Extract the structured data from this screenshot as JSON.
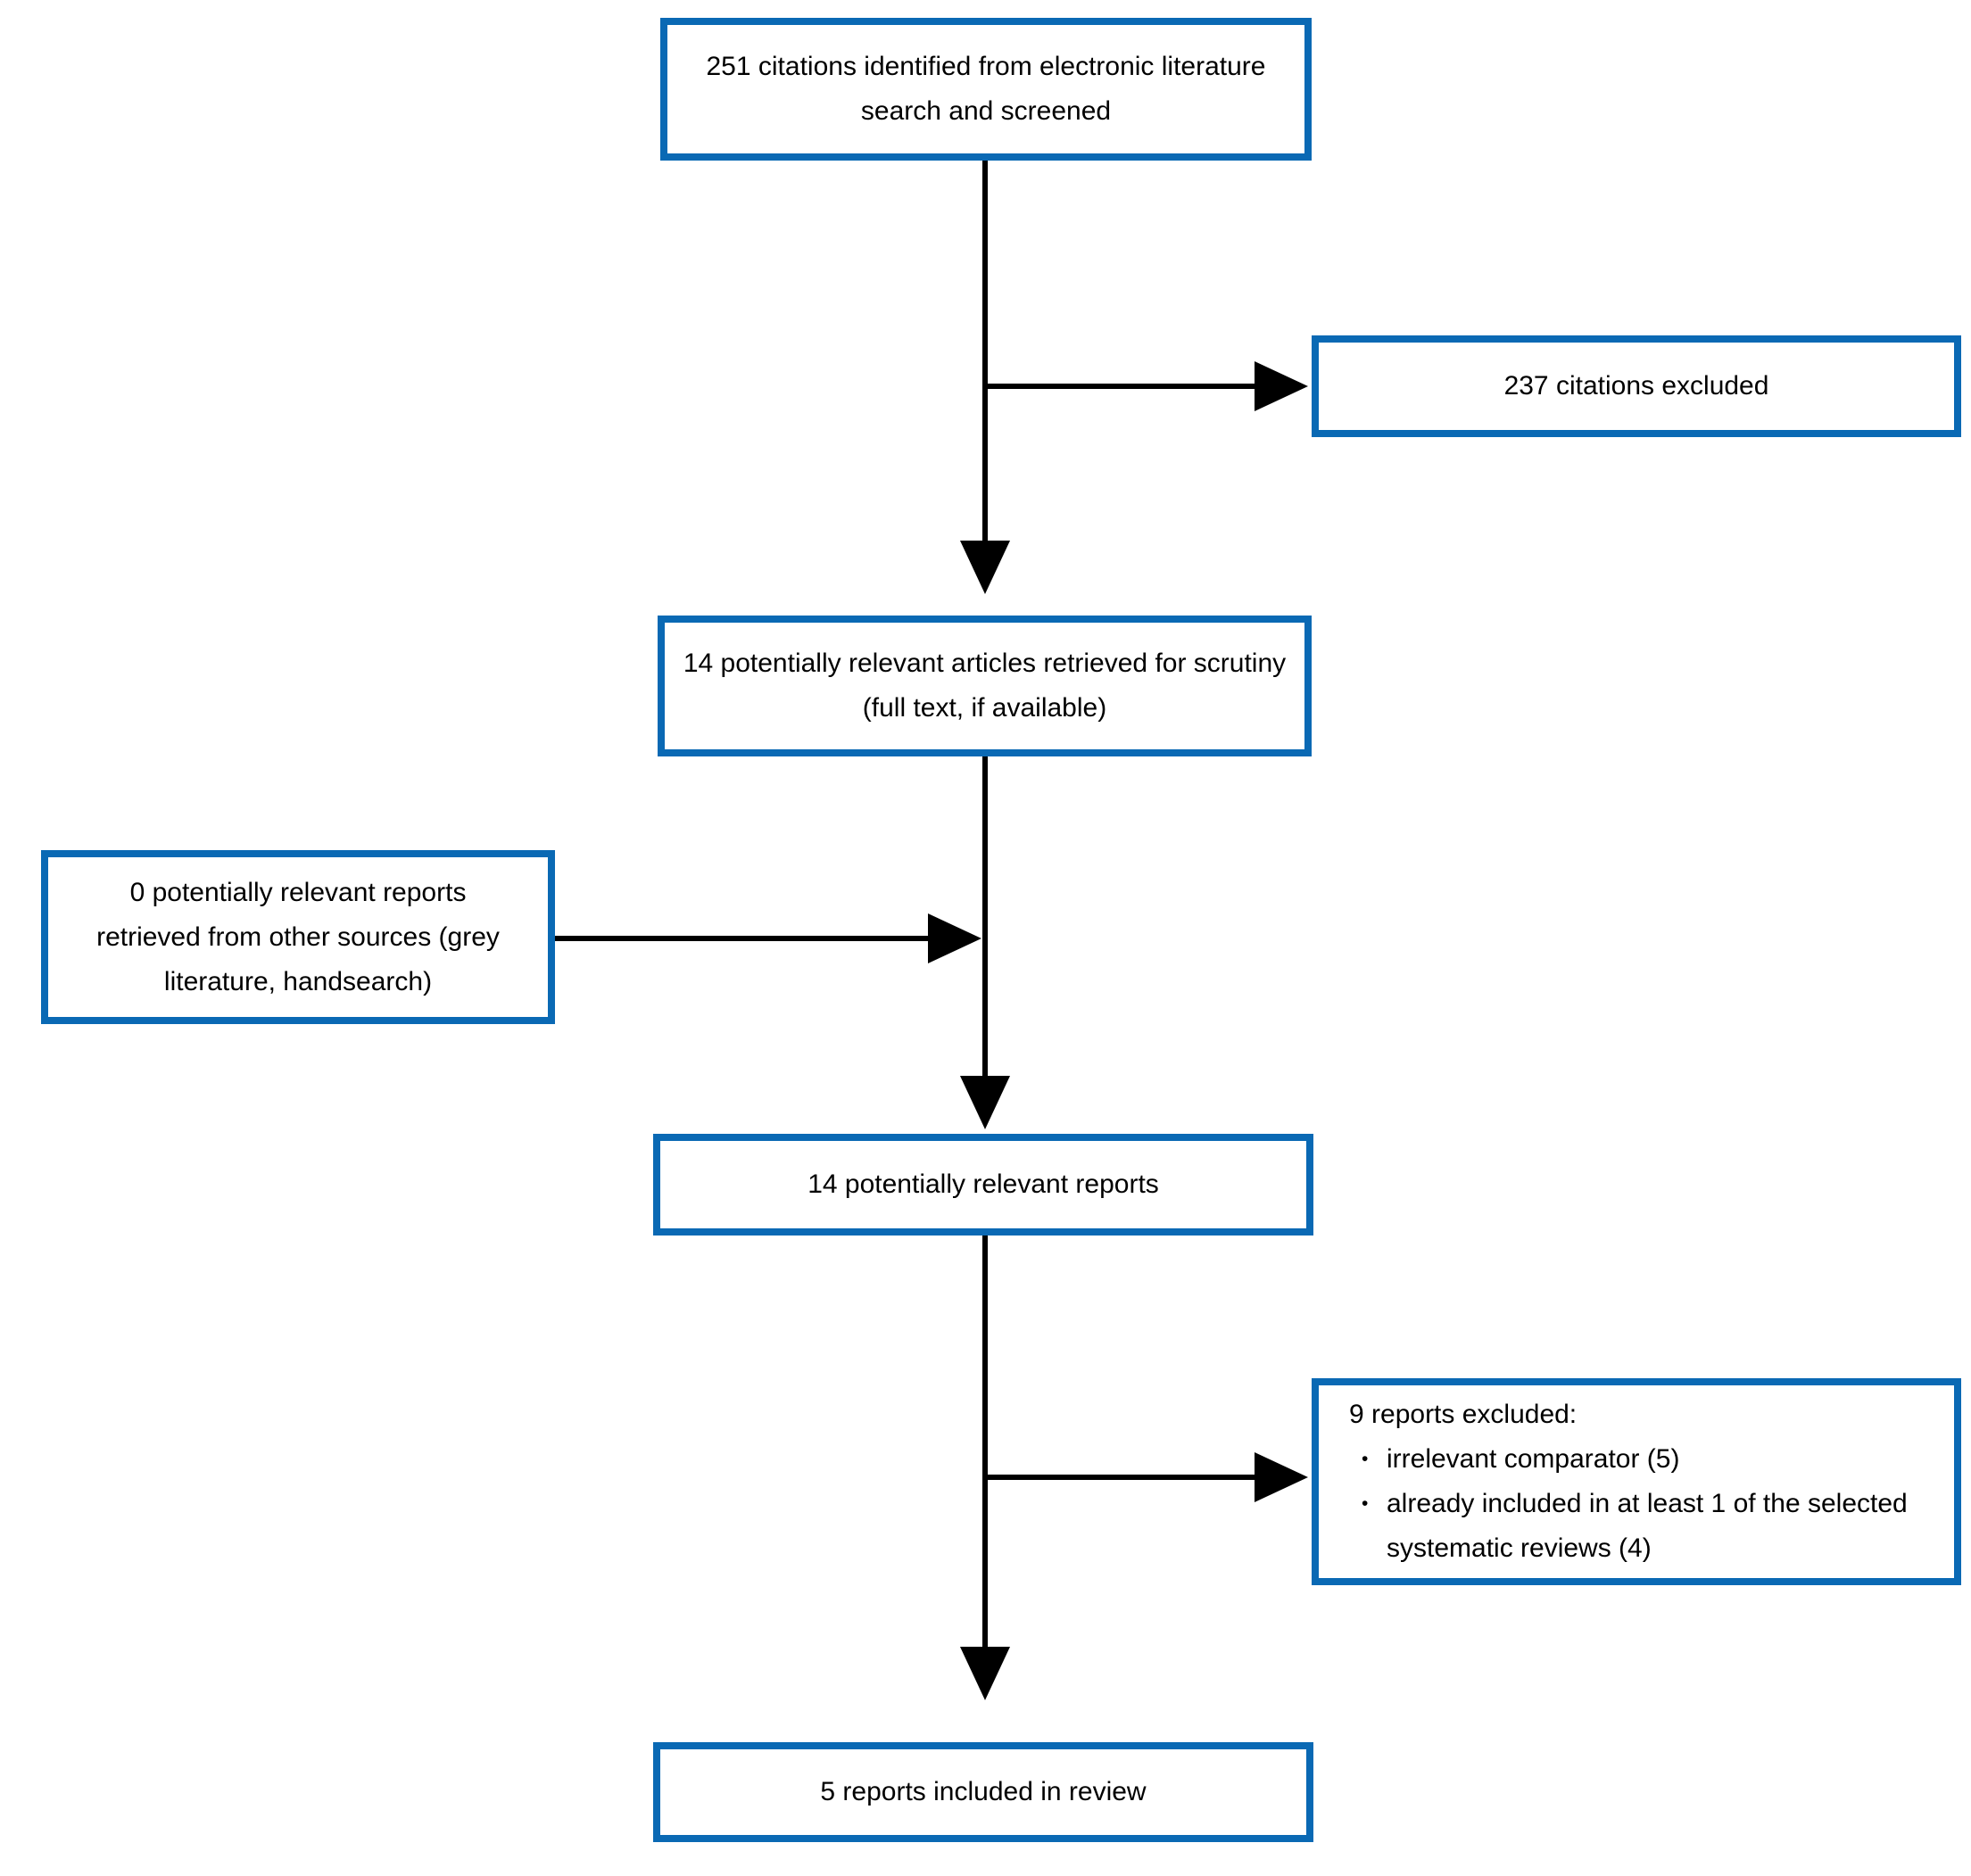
{
  "colors": {
    "border": "#0a69b4",
    "arrow": "#000000",
    "text": "#000000",
    "background": "#ffffff"
  },
  "flowchart": {
    "screened": "251 citations identified from electronic literature search and screened",
    "citations_excluded": "237 citations excluded",
    "retrieved": "14 potentially relevant articles retrieved for scrutiny (full text, if available)",
    "other_sources": "0 potentially relevant reports retrieved from other sources (grey literature, handsearch)",
    "relevant_reports": "14 potentially relevant reports",
    "reports_excluded": {
      "heading": "9 reports excluded:",
      "bullet_char": "•",
      "bullets": [
        "irrelevant comparator (5)",
        "already included in at least 1 of the selected systematic reviews (4)"
      ]
    },
    "included": "5 reports included in review"
  }
}
